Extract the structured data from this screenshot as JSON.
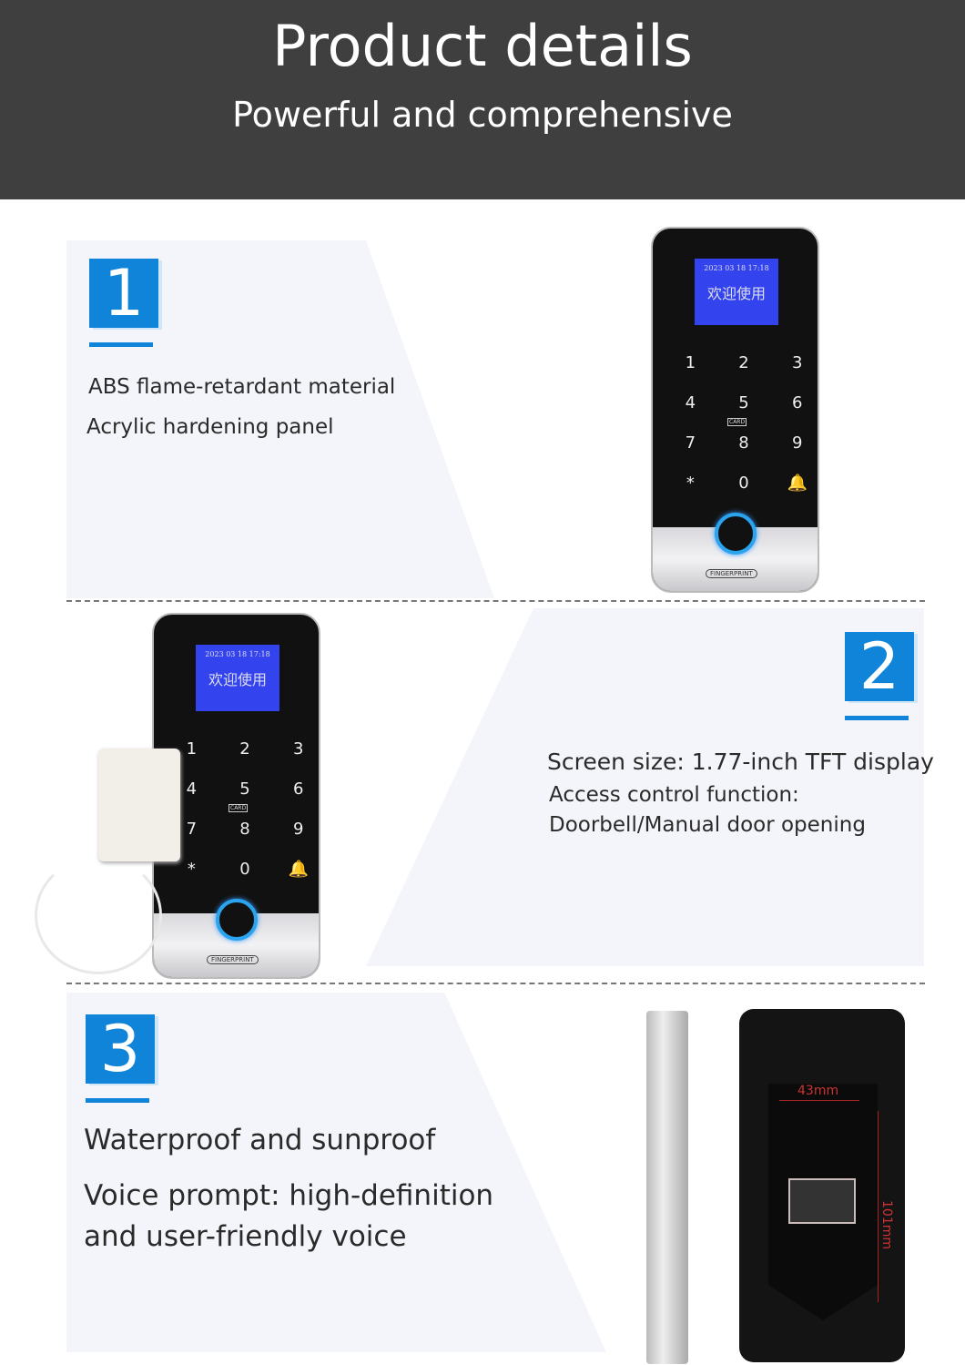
{
  "header": {
    "title": "Product details",
    "subtitle": "Powerful and comprehensive"
  },
  "sections": [
    {
      "number": "1",
      "lines": [
        "ABS flame-retardant material",
        "Acrylic hardening panel"
      ]
    },
    {
      "number": "2",
      "lines": [
        "Screen size: 1.77-inch TFT display",
        "Access control function:",
        "Doorbell/Manual door opening"
      ]
    },
    {
      "number": "3",
      "lines": [
        "Waterproof and sunproof",
        "Voice prompt: high-definition",
        "and user-friendly voice"
      ]
    }
  ],
  "device": {
    "date": "2023 03 18 17:18",
    "welcome": "欢迎使用",
    "keys": [
      "1",
      "2",
      "3",
      "4",
      "5",
      "6",
      "7",
      "8",
      "9",
      "*",
      "0",
      "🔔"
    ],
    "card_label": "CARD",
    "fingerprint_label": "FINGERPRINT"
  },
  "dimensions": {
    "width": "43mm",
    "height": "101mm"
  },
  "colors": {
    "accent": "#0f84d8",
    "header_bg": "#3f3f3f"
  }
}
